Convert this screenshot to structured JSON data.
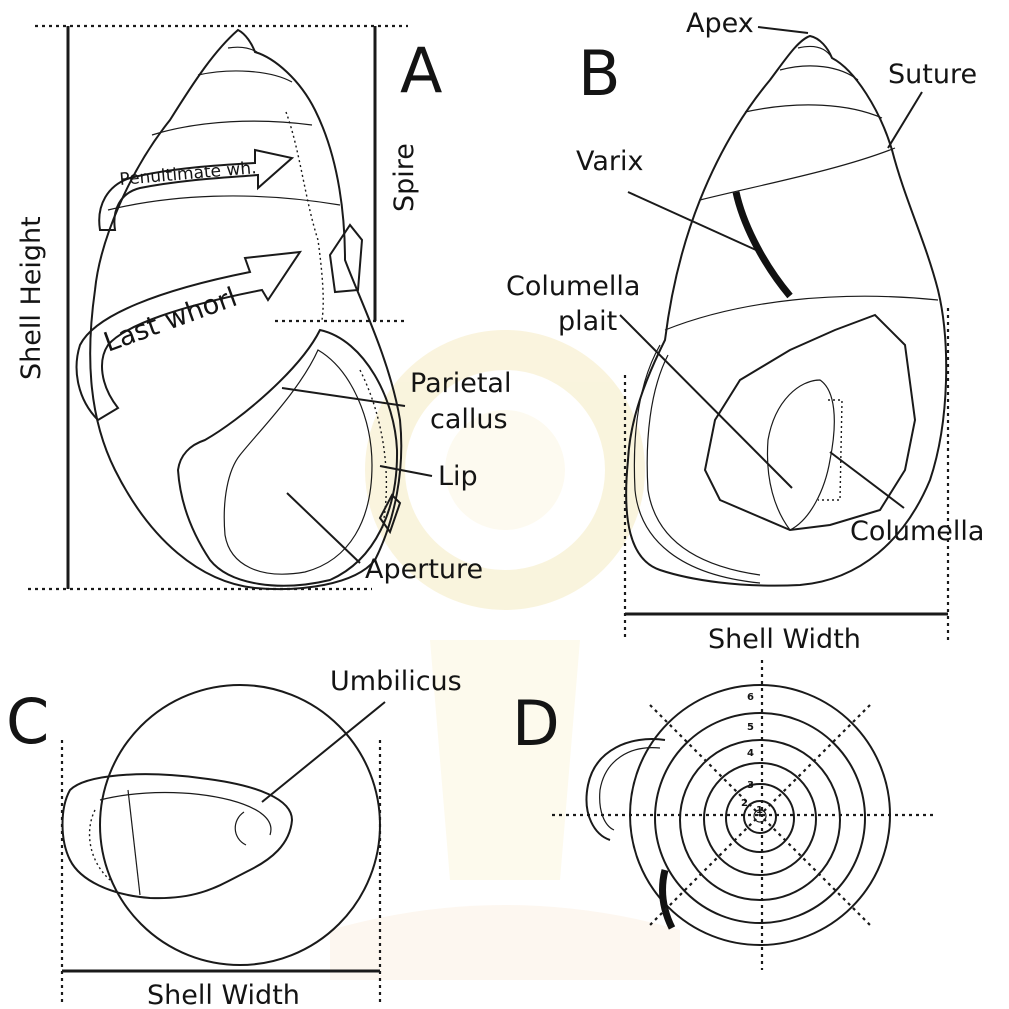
{
  "panels": {
    "a": {
      "letter": "A",
      "shell_height": "Shell Height",
      "spire": "Spire",
      "penultimate": "Penultimate wh.",
      "last_whorl": "Last whorl",
      "parietal_callus_1": "Parietal",
      "parietal_callus_2": "callus",
      "lip": "Lip",
      "aperture": "Aperture"
    },
    "b": {
      "letter": "B",
      "apex": "Apex",
      "suture": "Suture",
      "varix": "Varix",
      "columella_plait_1": "Columella",
      "columella_plait_2": "plait",
      "columella": "Columella",
      "shell_width": "Shell Width"
    },
    "c": {
      "letter": "C",
      "umbilicus": "Umbilicus",
      "shell_width": "Shell Width"
    },
    "d": {
      "letter": "D",
      "whorl_counts": [
        "1",
        "2",
        "3",
        "4",
        "5",
        "6"
      ]
    }
  },
  "colors": {
    "ink": "#1a1a1a",
    "watermark": "#f3e7b5"
  }
}
